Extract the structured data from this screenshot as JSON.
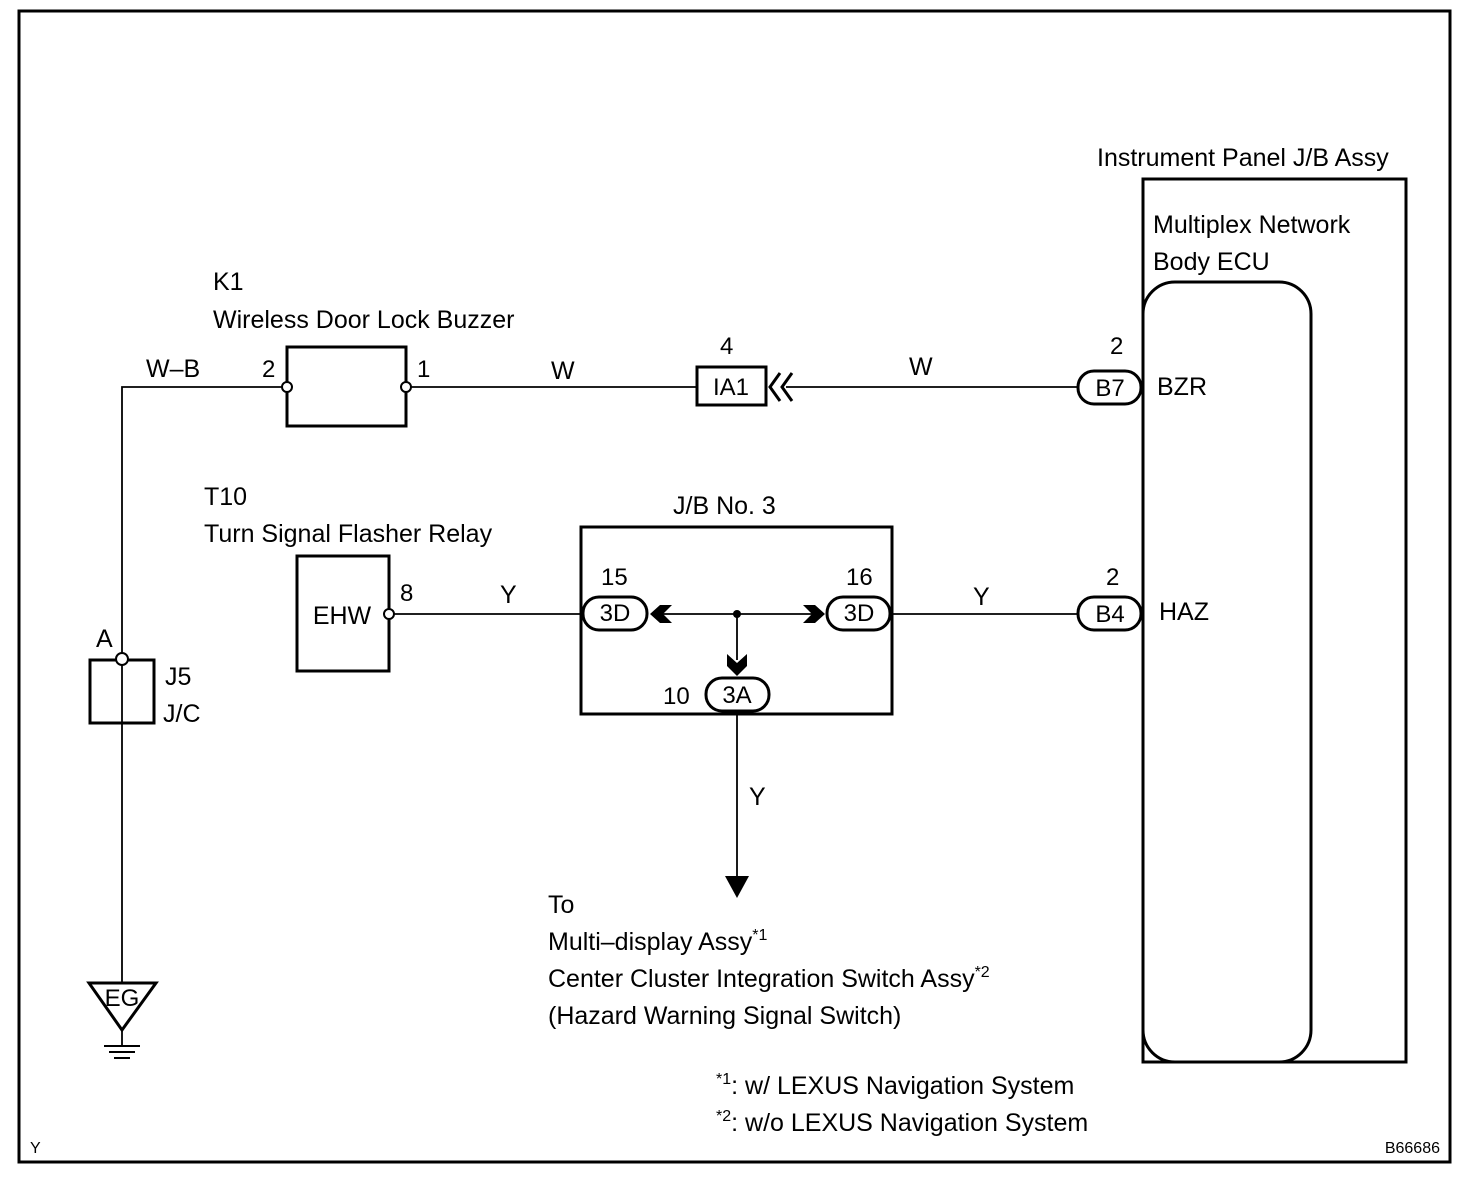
{
  "components": {
    "jb_assy": {
      "title": "Instrument Panel J/B Assy"
    },
    "ecu": {
      "title_line1": "Multiplex Network",
      "title_line2": "Body ECU"
    },
    "buzzer": {
      "code": "K1",
      "name": "Wireless Door Lock Buzzer"
    },
    "flasher": {
      "code": "T10",
      "name": "Turn Signal Flasher Relay",
      "terminal": "EHW"
    },
    "jb3": {
      "title": "J/B No. 3"
    },
    "jc": {
      "code": "J5",
      "name": "J/C",
      "pin": "A"
    },
    "ground": {
      "label": "EG"
    }
  },
  "wires": {
    "wb": "W–B",
    "w1": "W",
    "w2": "W",
    "y1": "Y",
    "y2": "Y",
    "y3": "Y"
  },
  "pins": {
    "buzzer_2": "2",
    "buzzer_1": "1",
    "ia1_pin": "4",
    "b7_pin": "2",
    "flasher_8": "8",
    "jb3_15": "15",
    "jb3_16": "16",
    "jb3_10": "10",
    "b4_pin": "2"
  },
  "connectors": {
    "ia1": "IA1",
    "b7": "B7",
    "b4": "B4",
    "d3_left": "3D",
    "d3_right": "3D",
    "a3": "3A"
  },
  "signals": {
    "bzr": "BZR",
    "haz": "HAZ"
  },
  "destination": {
    "to": "To",
    "line1": "Multi–display Assy",
    "line1_sup": "*1",
    "line2": "Center Cluster Integration Switch Assy",
    "line2_sup": "*2",
    "line3": "(Hazard Warning Signal Switch)"
  },
  "notes": {
    "n1_mark": "*1",
    "n1_text": ": w/ LEXUS Navigation System",
    "n2_mark": "*2",
    "n2_text": ": w/o LEXUS Navigation System"
  },
  "corner": {
    "left": "Y",
    "right": "B66686"
  }
}
